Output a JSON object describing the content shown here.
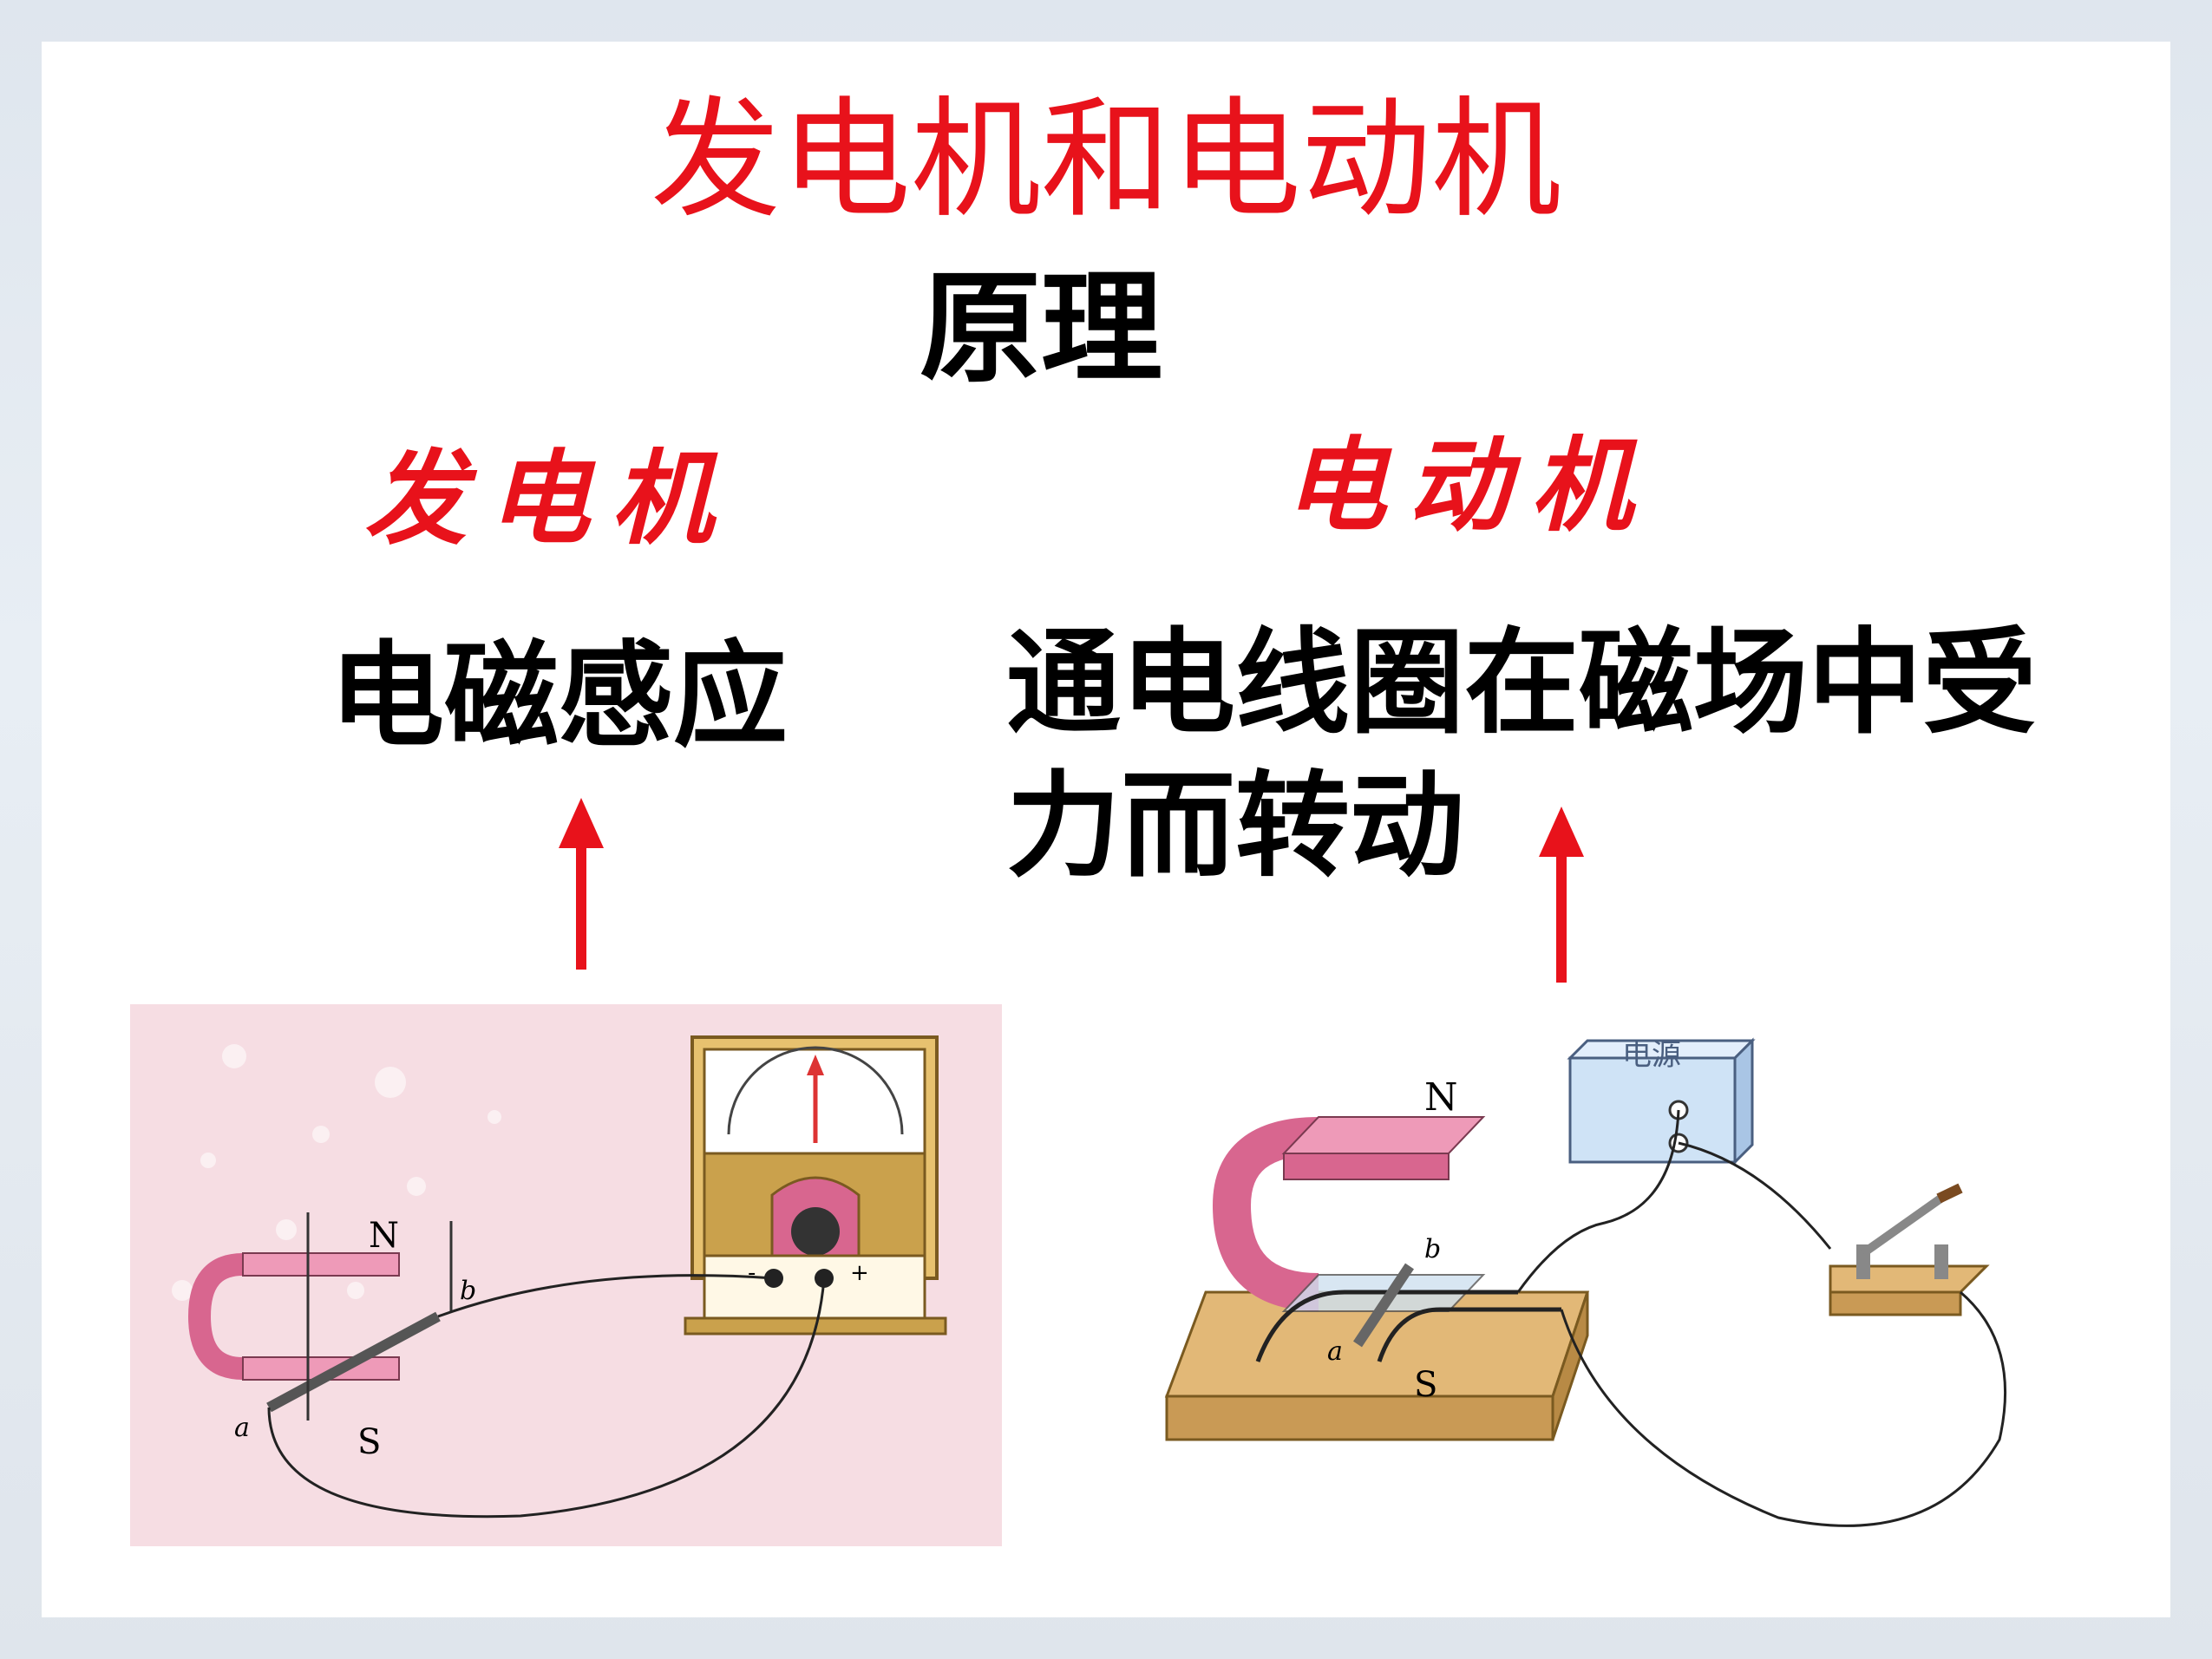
{
  "title": "发电机和电动机",
  "subtitle": "原理",
  "generator": {
    "heading": "发电机",
    "principle": "电磁感应",
    "figure": {
      "magnet_north": "N",
      "magnet_south": "S",
      "wire_end_a": "a",
      "wire_end_b": "b",
      "meter_minus": "-",
      "meter_plus": "+"
    }
  },
  "motor": {
    "heading": "电动机",
    "principle_line1": "通电线圈在磁场中受",
    "principle_line2": "力而转动",
    "figure": {
      "magnet_north": "N",
      "magnet_south": "S",
      "wire_end_a": "a",
      "wire_end_b": "b",
      "power_supply": "电源"
    }
  },
  "colors": {
    "accent_red": "#e8121b",
    "text": "#000000",
    "magnet_pink": "#d8668f",
    "panel_pink": "#f6dde3",
    "power_blue": "#cfe3f6",
    "wood": "#e2b877"
  },
  "icons": [
    "up-arrow-icon",
    "up-arrow-icon"
  ]
}
